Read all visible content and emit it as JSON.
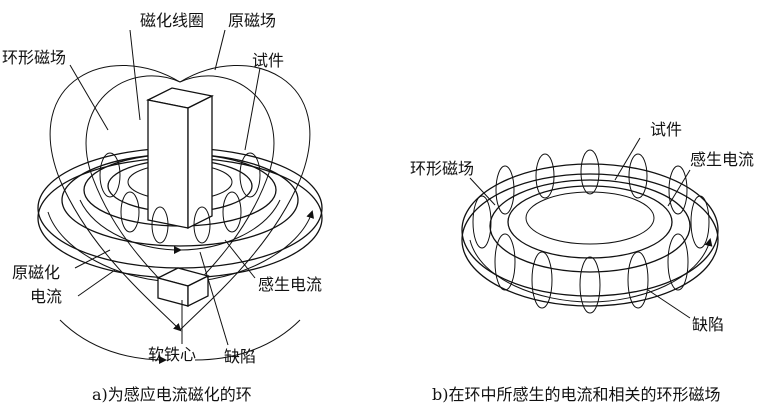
{
  "panel_a": {
    "labels": {
      "coil": "磁化线圈",
      "original_field": "原磁场",
      "circular_field": "环形磁场",
      "specimen": "试件",
      "original_current_1": "原磁化",
      "original_current_2": "电流",
      "induced_current": "感生电流",
      "soft_iron_core": "软铁心",
      "defect": "缺陷"
    },
    "caption": "a)为感应电流磁化的环"
  },
  "panel_b": {
    "labels": {
      "specimen": "试件",
      "circular_field": "环形磁场",
      "induced_current": "感生电流",
      "defect": "缺陷"
    },
    "caption": "b)在环中所感生的电流和相关的环形磁场"
  },
  "colors": {
    "ink": "#111111",
    "background": "#ffffff"
  }
}
